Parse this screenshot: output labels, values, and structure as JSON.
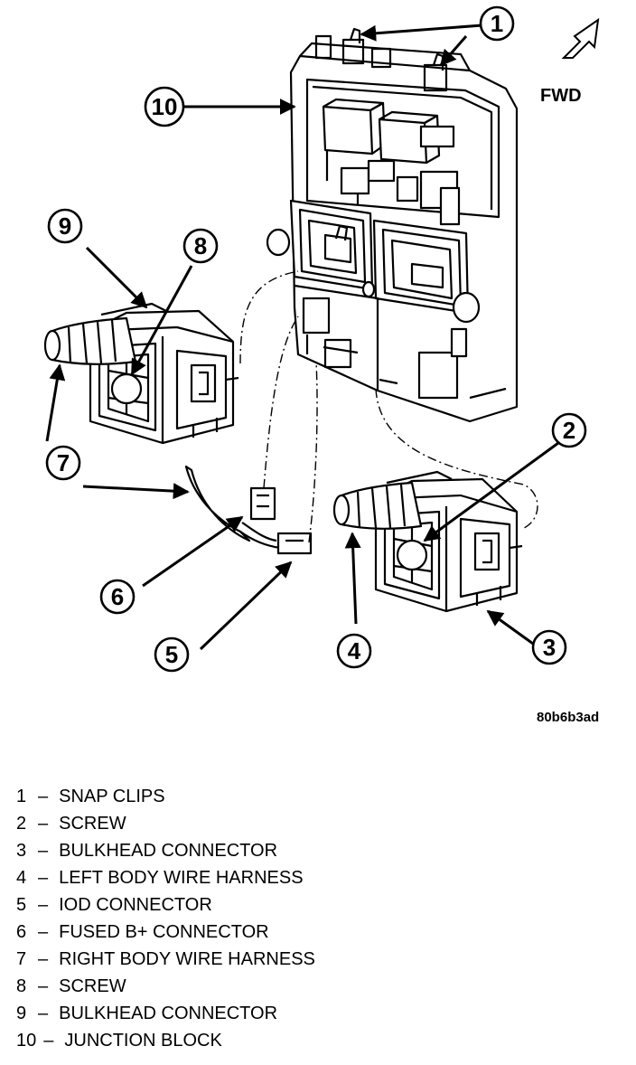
{
  "orientation": {
    "label": "FWD"
  },
  "figure_code": "80b6b3ad",
  "callouts": [
    "1",
    "2",
    "3",
    "4",
    "5",
    "6",
    "7",
    "8",
    "9",
    "10"
  ],
  "legend": {
    "separator": "–",
    "items": [
      {
        "num": "1",
        "label": "SNAP CLIPS"
      },
      {
        "num": "2",
        "label": "SCREW"
      },
      {
        "num": "3",
        "label": "BULKHEAD CONNECTOR"
      },
      {
        "num": "4",
        "label": "LEFT BODY WIRE HARNESS"
      },
      {
        "num": "5",
        "label": "IOD CONNECTOR"
      },
      {
        "num": "6",
        "label": "FUSED B+ CONNECTOR"
      },
      {
        "num": "7",
        "label": "RIGHT BODY WIRE HARNESS"
      },
      {
        "num": "8",
        "label": "SCREW"
      },
      {
        "num": "9",
        "label": "BULKHEAD CONNECTOR"
      },
      {
        "num": "10",
        "label": "JUNCTION BLOCK"
      }
    ]
  }
}
